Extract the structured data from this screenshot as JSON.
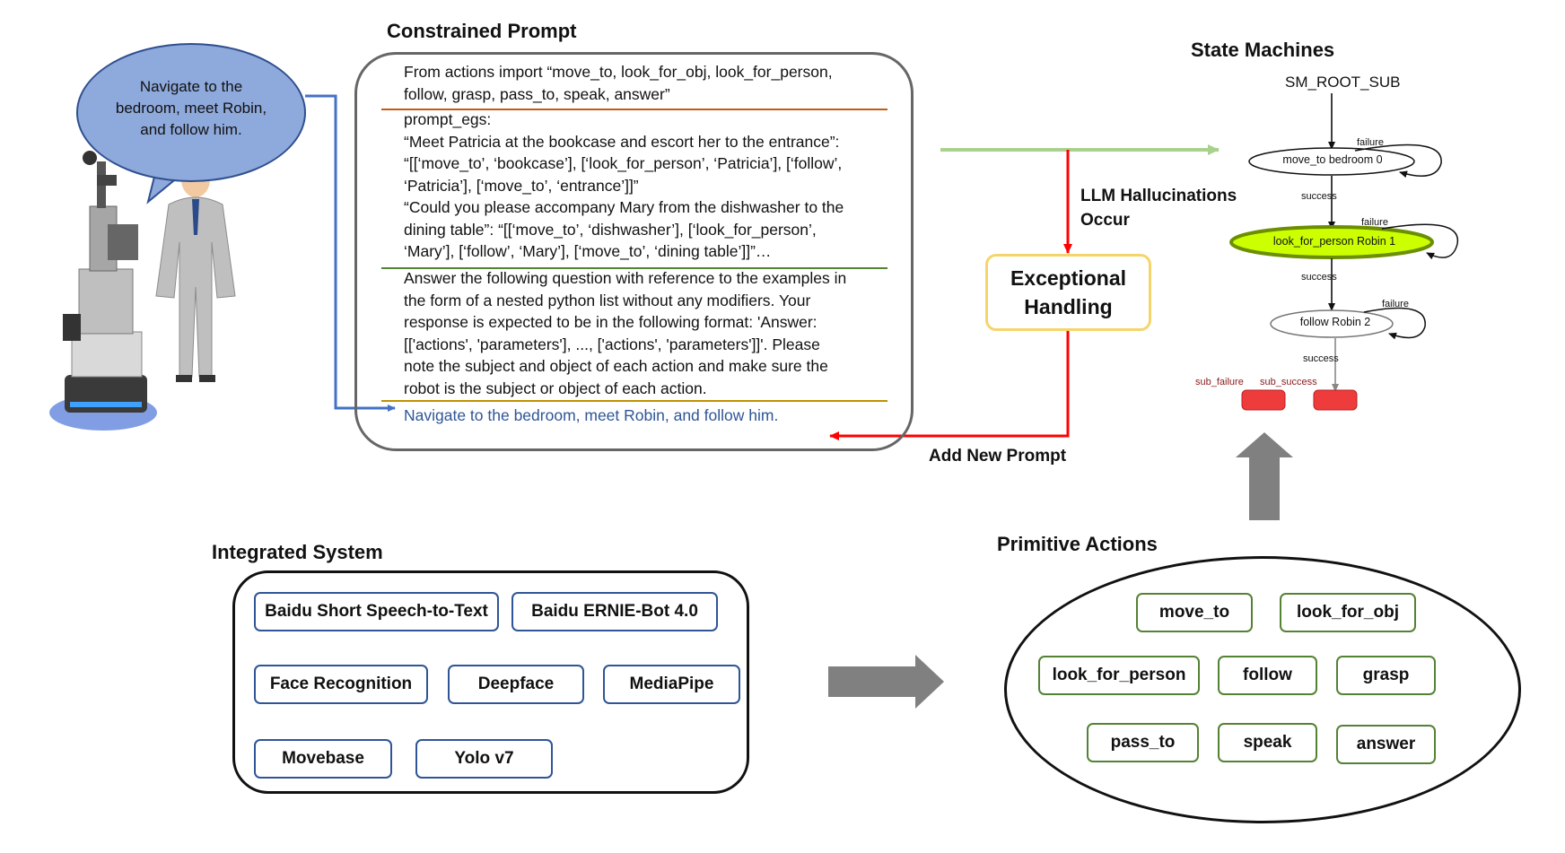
{
  "speech_bubble": {
    "text": "Navigate to the bedroom, meet Robin, and follow him."
  },
  "constrained_prompt": {
    "title": "Constrained Prompt",
    "lines": [
      "From actions import “move_to, look_for_obj, look_for_person,",
      "follow, grasp, pass_to, speak, answer”",
      "prompt_egs:",
      "“Meet Patricia at the bookcase and escort her to the entrance”:",
      "“[[‘move_to’, ‘bookcase’], [‘look_for_person’, ‘Patricia’], [‘follow’,",
      "‘Patricia’], [‘move_to’, ‘entrance’]]”",
      "“Could you please accompany Mary from the dishwasher to the",
      "dining table”: “[[‘move_to’, ‘dishwasher’], [‘look_for_person’,",
      "‘Mary’], [‘follow’, ‘Mary’], [‘move_to’, ‘dining table’]]”…",
      "Answer the following question with reference to the examples in",
      "the form of a nested python list without any modifiers. Your",
      "response is expected to be in the following format: 'Answer:",
      "[['actions', 'parameters'], ..., ['actions', 'parameters']]'. Please",
      "note the subject and object of each action and make sure the",
      "robot is the subject or object of each action."
    ],
    "query": "Navigate to the bedroom, meet Robin, and follow him.",
    "colors": {
      "sep1": "#c55a11",
      "sep2": "#548235",
      "sep3": "#bf9000",
      "query": "#2f5597"
    }
  },
  "llm_hallucinations": "LLM Hallucinations Occur",
  "exceptional_handling": "Exceptional Handling",
  "add_new_prompt": "Add New Prompt",
  "state_machines": {
    "title": "State Machines",
    "root": "SM_ROOT_SUB",
    "states": [
      {
        "label": "move_to bedroom 0",
        "failure": "failure",
        "success": "success",
        "active": false
      },
      {
        "label": "look_for_person Robin 1",
        "failure": "failure",
        "success": "success",
        "active": true
      },
      {
        "label": "follow Robin 2",
        "failure": "failure",
        "success": "success",
        "active": false
      }
    ],
    "outcomes": [
      "sub_failure",
      "sub_success"
    ],
    "colors": {
      "active": "#ccff00",
      "outcome": "#ee3b3b"
    }
  },
  "integrated_system": {
    "title": "Integrated System",
    "items": [
      "Baidu Short Speech-to-Text",
      "Baidu ERNIE-Bot 4.0",
      "Face Recognition",
      "Deepface",
      "MediaPipe",
      "Movebase",
      "Yolo v7"
    ]
  },
  "primitive_actions": {
    "title": "Primitive Actions",
    "items": [
      "move_to",
      "look_for_obj",
      "look_for_person",
      "follow",
      "grasp",
      "pass_to",
      "speak",
      "answer"
    ]
  }
}
